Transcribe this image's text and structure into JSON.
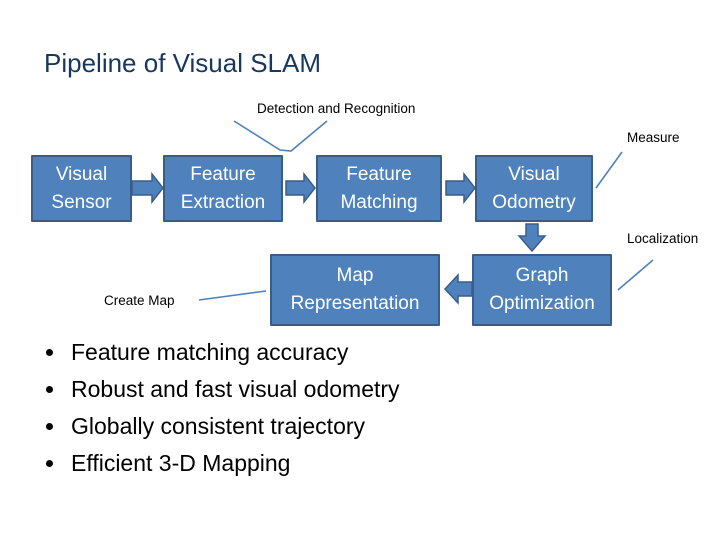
{
  "title": "Pipeline of Visual SLAM",
  "boxes": {
    "visual_sensor": [
      "Visual",
      "Sensor"
    ],
    "feature_extraction": [
      "Feature",
      "Extraction"
    ],
    "feature_matching": [
      "Feature",
      "Matching"
    ],
    "visual_odometry": [
      "Visual",
      "Odometry"
    ],
    "graph_optimization": [
      "Graph",
      "Optimization"
    ],
    "map_representation": [
      "Map",
      "Representation"
    ]
  },
  "annotations": {
    "detection_recognition": "Detection and Recognition",
    "measure": "Measure",
    "localization": "Localization",
    "create_map": "Create Map"
  },
  "bullets": [
    "Feature matching accuracy",
    "Robust and fast visual odometry",
    "Globally consistent trajectory",
    "Efficient 3-D Mapping"
  ],
  "colors": {
    "title": "#17375e",
    "box_fill": "#4f81bd",
    "box_border": "#385d8a",
    "connector": "#4f81bd"
  }
}
